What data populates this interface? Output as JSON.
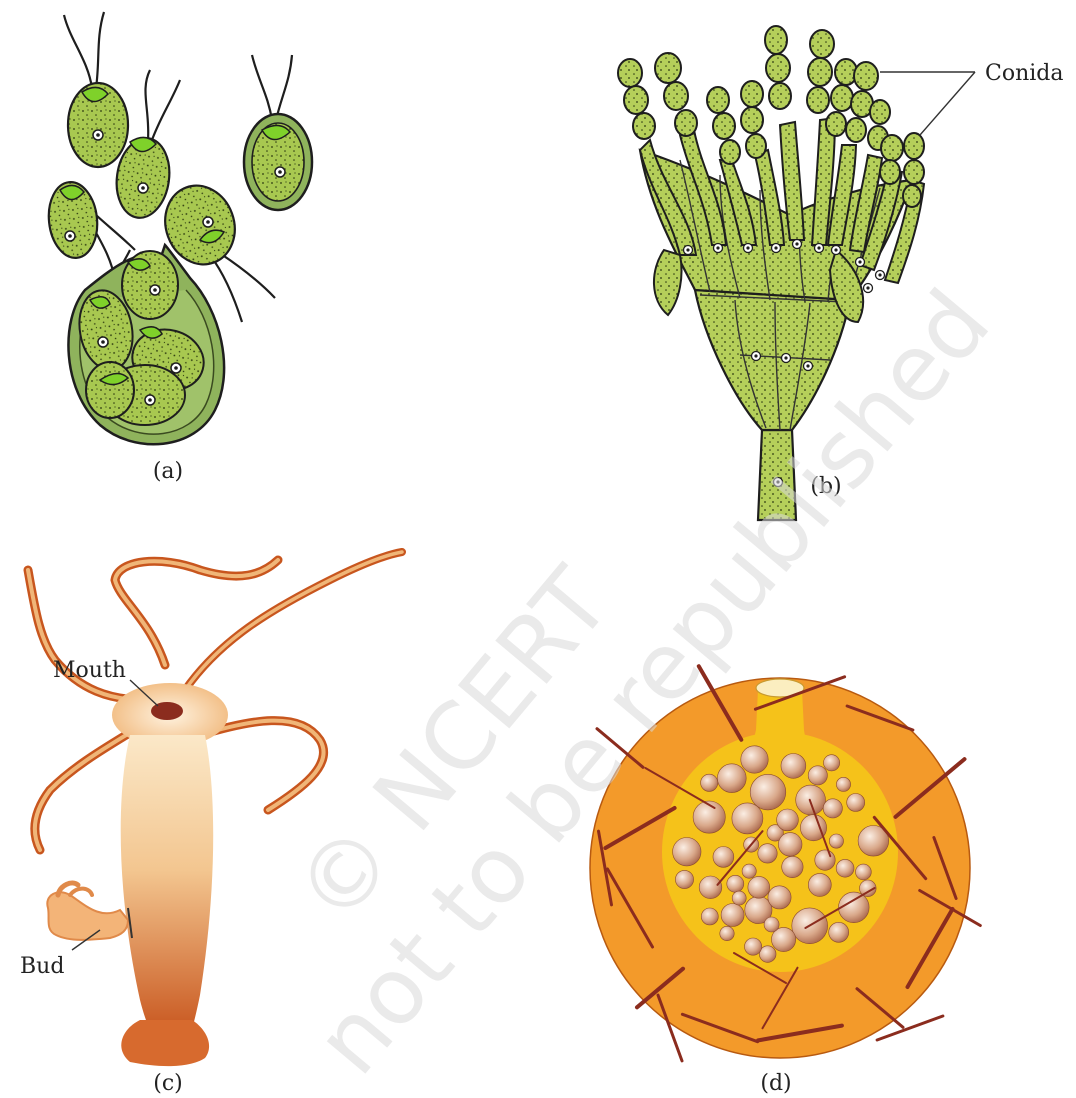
{
  "panels": {
    "a": {
      "caption": "(a)"
    },
    "b": {
      "caption": "(b)",
      "label_conidia": "Conida"
    },
    "c": {
      "caption": "(c)",
      "label_mouth": "Mouth",
      "label_bud": "Bud"
    },
    "d": {
      "caption": "(d)"
    }
  },
  "watermark": {
    "line1": "© NCERT",
    "line2": "not to be republished"
  },
  "colors": {
    "cell_fill": "#a8c850",
    "cell_bright": "#7fd12a",
    "cell_outline": "#1e1e1e",
    "hydra_light": "#fbe3c2",
    "hydra_dark": "#c8561e",
    "sponge_orange": "#f39a2a",
    "sponge_yellow": "#f5c21a",
    "spicule": "#8b2c1e",
    "gemmule_ball": "#d9a88a"
  }
}
